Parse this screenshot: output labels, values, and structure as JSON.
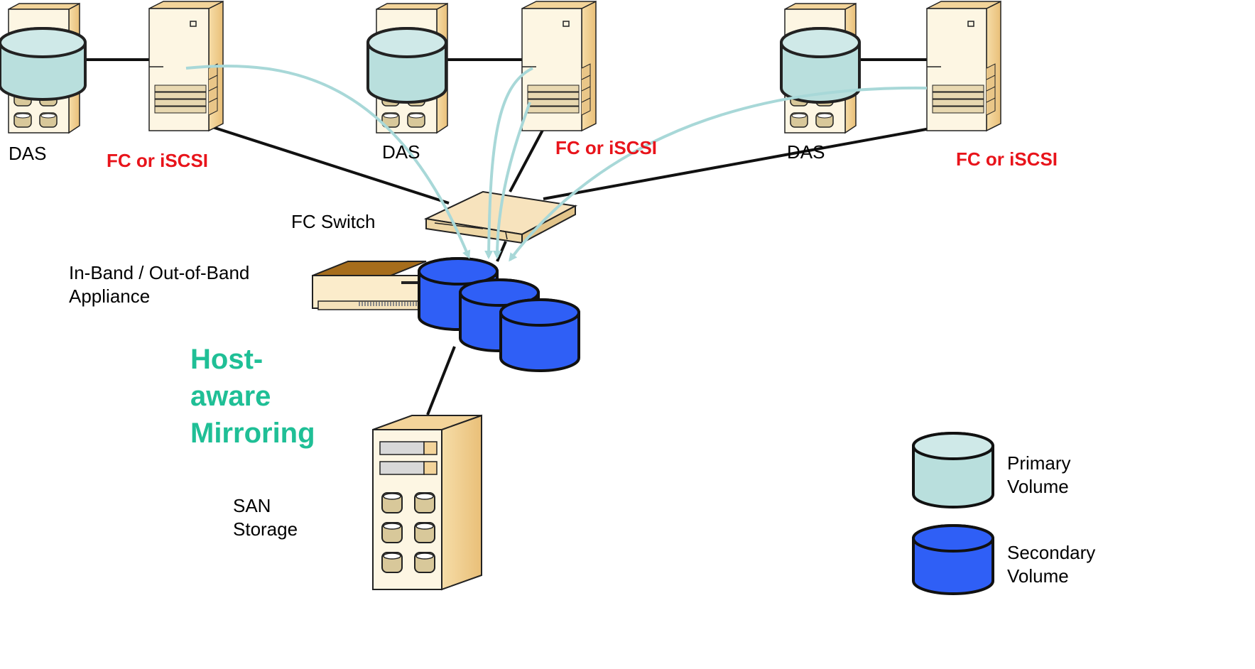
{
  "labels": {
    "das": "DAS",
    "fc_or_iscsi": "FC or iSCSI",
    "fc_switch": "FC Switch",
    "appliance_line1": "In-Band / Out-of-Band",
    "appliance_line2": "Appliance",
    "mirroring_line1": "Host-",
    "mirroring_line2": "aware",
    "mirroring_line3": "Mirroring",
    "san_line1": "SAN",
    "san_line2": "Storage"
  },
  "legend": {
    "primary_line1": "Primary",
    "primary_line2": "Volume",
    "secondary_line1": "Secondary",
    "secondary_line2": "Volume"
  },
  "colors": {
    "primary_volume": "#b9dfdd",
    "secondary_volume": "#2f5ff6",
    "mirror_arrow": "#a8d8d8",
    "label_red": "#e8141b",
    "label_teal": "#1fbf96",
    "server_face": "#fdf6e3",
    "server_side": "#f3d49a"
  }
}
